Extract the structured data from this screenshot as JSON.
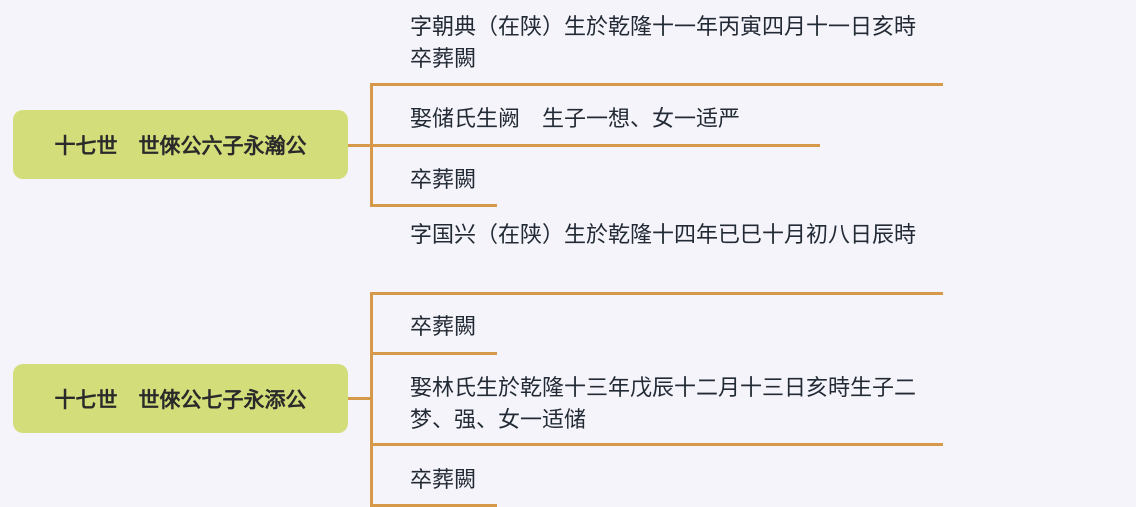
{
  "colors": {
    "node": "#d3dd79",
    "connector": "#d6994a",
    "background": "#f5f4fa"
  },
  "nodes": [
    {
      "label": "十七世　世倈公六子永瀚公",
      "children": [
        "字朝典（在陕）生於乾隆十一年丙寅四月十一日亥時　 卒葬闕",
        "娶储氏生阙　生子一想、女一适严",
        "卒葬闕"
      ]
    },
    {
      "label": "十七世　世倈公七子永添公",
      "children": [
        "字国兴（在陕）生於乾隆十四年已巳十月初八日辰時",
        "卒葬闕",
        "娶林氏生於乾隆十三年戊辰十二月十三日亥時生子二梦、强、女一适储",
        "卒葬闕"
      ]
    }
  ]
}
